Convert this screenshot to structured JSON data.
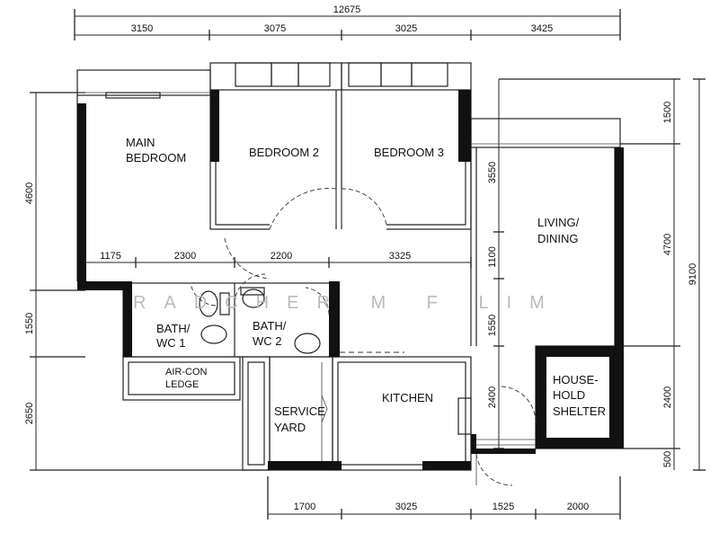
{
  "dimensions": {
    "overall_width": "12675",
    "top": [
      "3150",
      "3075",
      "3025",
      "3425"
    ],
    "bottom": [
      "1700",
      "3025",
      "1525",
      "2000"
    ],
    "left": [
      "4600",
      "1550",
      "2650"
    ],
    "right_outer": "9100",
    "right_inner": [
      "1500",
      "4700",
      "2400",
      "500"
    ],
    "inner_row": [
      "1175",
      "2300",
      "2200",
      "3325"
    ],
    "inner_vertical": [
      "3550",
      "1100",
      "1550",
      "2400"
    ]
  },
  "rooms": {
    "main_bedroom": [
      "MAIN",
      "BEDROOM"
    ],
    "bedroom2": "BEDROOM 2",
    "bedroom3": "BEDROOM 3",
    "living_dining": [
      "LIVING/",
      "DINING"
    ],
    "bath1": [
      "BATH/",
      "WC  1"
    ],
    "bath2": [
      "BATH/",
      "WC  2"
    ],
    "aircon_ledge": [
      "AIR-CON",
      "LEDGE"
    ],
    "service_yard": [
      "SERVICE",
      "YARD"
    ],
    "kitchen": "KITCHEN",
    "household_shelter": [
      "HOUSE-",
      "HOLD",
      "SHELTER"
    ]
  },
  "watermark": "RADCHER M F LIM"
}
